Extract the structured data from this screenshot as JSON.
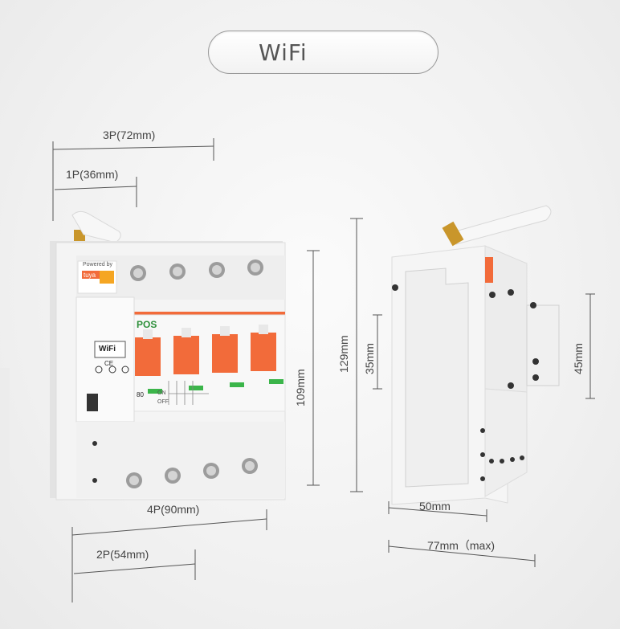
{
  "badge": {
    "label": "WiFi"
  },
  "dimensions": {
    "p3": "3P(72mm)",
    "p1": "1P(36mm)",
    "p4": "4P(90mm)",
    "p2": "2P(54mm)",
    "h109": "109mm",
    "h129": "129mm",
    "h35": "35mm",
    "h45": "45mm",
    "w50": "50mm",
    "w77": "77mm（max)"
  },
  "device_labels": {
    "powered": "Powered by",
    "tuya": "tuya",
    "brand": "POS",
    "wifi_mark": "WiFi",
    "ce": "CE",
    "rating": "80",
    "on": "ON",
    "off": "OFF"
  },
  "colors": {
    "accent": "#f26b3a",
    "green": "#3bb54a",
    "body": "#f3f3f3"
  }
}
